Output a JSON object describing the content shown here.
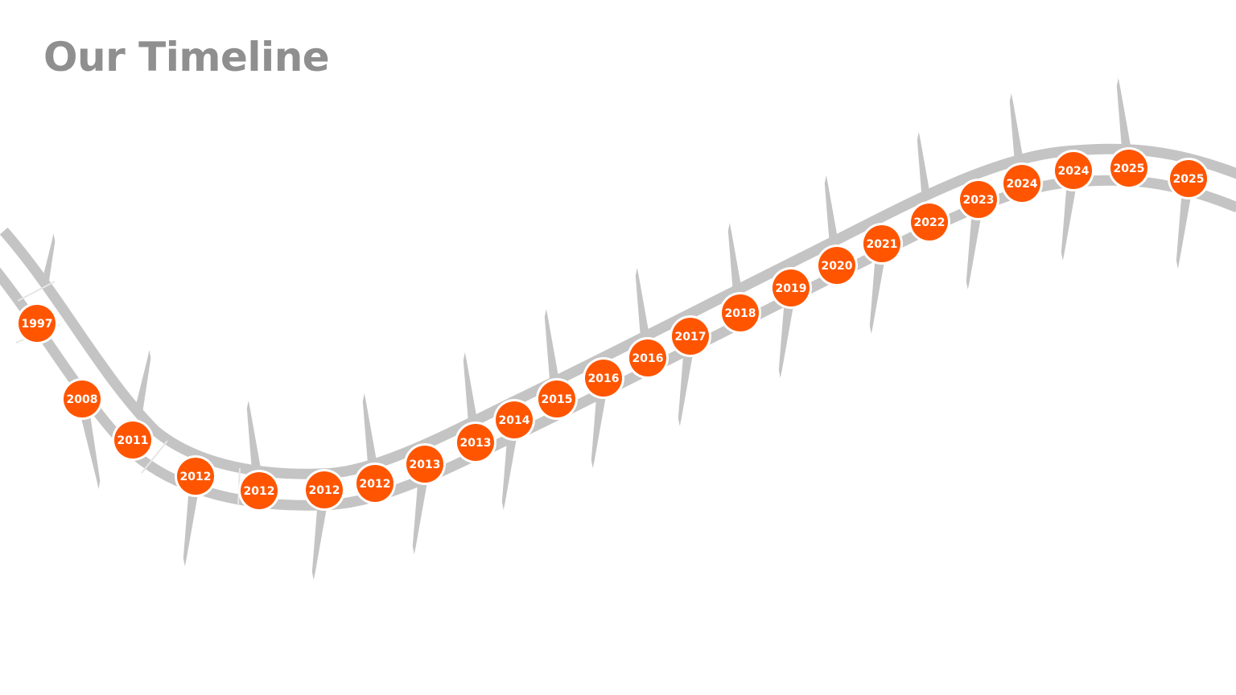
{
  "page": {
    "title": "Our Timeline"
  },
  "colors": {
    "track": "#c4c4c4",
    "track_gap": "#ffffff",
    "marker": "#ff5500",
    "marker_ring": "#ffffff",
    "marker_text": "#ffffff",
    "title": "#8f8f8f"
  },
  "timeline": {
    "milestones": [
      {
        "year": "1997"
      },
      {
        "year": "2008"
      },
      {
        "year": "2011"
      },
      {
        "year": "2012"
      },
      {
        "year": "2012"
      },
      {
        "year": "2012"
      },
      {
        "year": "2012"
      },
      {
        "year": "2013"
      },
      {
        "year": "2013"
      },
      {
        "year": "2014"
      },
      {
        "year": "2015"
      },
      {
        "year": "2016"
      },
      {
        "year": "2016"
      },
      {
        "year": "2017"
      },
      {
        "year": "2018"
      },
      {
        "year": "2019"
      },
      {
        "year": "2020"
      },
      {
        "year": "2021"
      },
      {
        "year": "2022"
      },
      {
        "year": "2023"
      },
      {
        "year": "2024"
      },
      {
        "year": "2024"
      },
      {
        "year": "2025"
      },
      {
        "year": "2025"
      }
    ]
  }
}
